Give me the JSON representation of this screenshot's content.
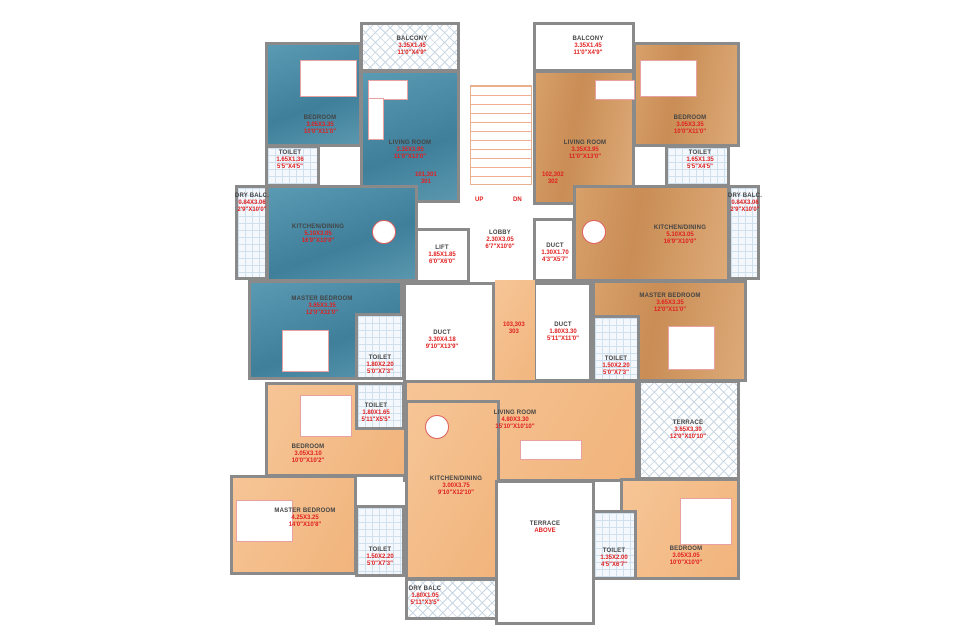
{
  "units": {
    "blue": [
      {
        "name": "BALCONY",
        "m": "3.35X1.45",
        "ft": "11'0\"X4'9\""
      },
      {
        "name": "BEDROOM",
        "m": "3.05X3.35",
        "ft": "10'0\"X11'0\""
      },
      {
        "name": "LIVING ROOM",
        "m": "3.35X3.95",
        "ft": "11'0\"X13'0\""
      },
      {
        "name": "TOILET",
        "m": "1.65X1.36",
        "ft": "5'5\"X4'5\""
      },
      {
        "name": "DRY BALC.",
        "m": "0.84X3.06",
        "ft": "2'9\"X10'0\""
      },
      {
        "name": "KITCHEN/DINING",
        "m": "5.10X3.05",
        "ft": "16'9\"X10'0\""
      },
      {
        "name": "MASTER BEDROOM",
        "m": "3.65X3.35",
        "ft": "12'0\"X11'0\""
      },
      {
        "name": "TOILET",
        "m": "1.80X2.20",
        "ft": "5'0\"X7'3\""
      }
    ],
    "blue_flat_no": "101,301",
    "blue_flat_sub": "301",
    "right": [
      {
        "name": "BALCONY",
        "m": "3.35X1.45",
        "ft": "11'0\"X4'9\""
      },
      {
        "name": "LIVING ROOM",
        "m": "3.35X3.95",
        "ft": "11'0\"X13'0\""
      },
      {
        "name": "BEDROOM",
        "m": "3.05X3.35",
        "ft": "10'0\"X11'0\""
      },
      {
        "name": "TOILET",
        "m": "1.65X1.35",
        "ft": "5'5\"X4'5\""
      },
      {
        "name": "DRY BALC.",
        "m": "0.84X3.06",
        "ft": "2'9\"X10'0\""
      },
      {
        "name": "KITCHEN/DINING",
        "m": "5.10X3.05",
        "ft": "16'9\"X10'0\""
      },
      {
        "name": "MASTER BEDROOM",
        "m": "3.65X3.35",
        "ft": "12'0\"X11'0\""
      },
      {
        "name": "TOILET",
        "m": "1.50X2.20",
        "ft": "5'0\"X7'3\""
      }
    ],
    "right_flat_no": "102,302",
    "right_flat_sub": "302",
    "core": [
      {
        "name": "LIFT",
        "m": "1.85X1.85",
        "ft": "6'0\"X6'0\""
      },
      {
        "name": "LOBBY",
        "m": "2.30X3.05",
        "ft": "6'7\"X10'0\""
      },
      {
        "name": "DUCT",
        "m": "1.30X1.70",
        "ft": "4'3\"X5'7\""
      },
      {
        "name": "DUCT",
        "m": "3.30X4.18",
        "ft": "9'10\"X13'9\""
      },
      {
        "name": "DUCT",
        "m": "1.80X3.30",
        "ft": "5'11\"X11'0\""
      }
    ],
    "up": "UP",
    "dn": "DN",
    "bottom_flat_no": "103,303",
    "bottom_flat_sub": "303",
    "bottom": [
      {
        "name": "BEDROOM",
        "m": "3.05X3.10",
        "ft": "10'0\"X10'2\""
      },
      {
        "name": "TOILET",
        "m": "1.80X1.65",
        "ft": "5'11\"X5'5\""
      },
      {
        "name": "MASTER BEDROOM",
        "m": "4.25X3.25",
        "ft": "14'0\"X10'8\""
      },
      {
        "name": "TOILET",
        "m": "1.50X2.20",
        "ft": "5'0\"X7'3\""
      },
      {
        "name": "KITCHEN/DINING",
        "m": "3.00X3.75",
        "ft": "9'10\"X12'10\""
      },
      {
        "name": "DRY BALC",
        "m": "1.80X1.05",
        "ft": "5'11\"X3'5\""
      },
      {
        "name": "LIVING ROOM",
        "m": "4.80X3.30",
        "ft": "15'10\"X10'10\""
      },
      {
        "name": "TERRACE",
        "m": "",
        "ft": "ABOVE"
      },
      {
        "name": "TERRACE",
        "m": "3.65X3.30",
        "ft": "12'0\"X10'10\""
      },
      {
        "name": "BEDROOM",
        "m": "3.05X3.05",
        "ft": "10'0\"X10'0\""
      },
      {
        "name": "TOILET",
        "m": "1.35X2.00",
        "ft": "4'5\"X6'7\""
      }
    ]
  },
  "colors": {
    "blue_unit": "#4f8ea8",
    "wood_unit": "#d39a63",
    "light_unit": "#f3bb85",
    "dimension_text": "#e02020"
  }
}
